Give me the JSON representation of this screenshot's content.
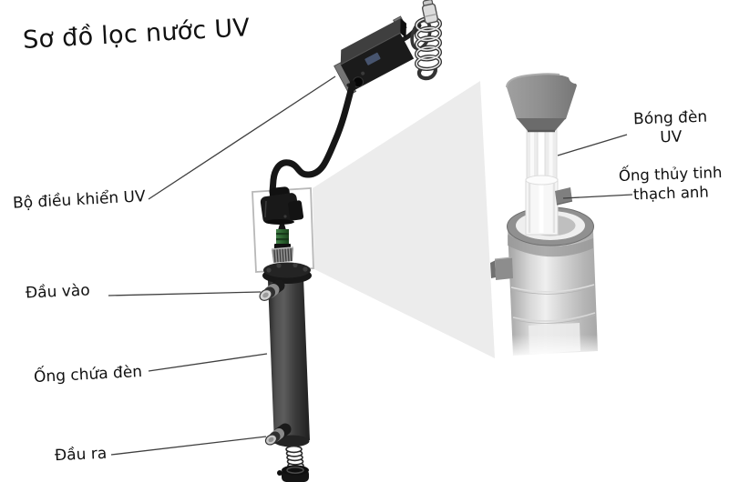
{
  "title": "Sơ đồ lọc nước UV",
  "labels": {
    "controller": "Bộ điều khiển UV",
    "inlet": "Đầu vào",
    "lamp_chamber": "Ống chứa đèn",
    "outlet": "Đầu ra",
    "uv_bulb": {
      "line1": "Bóng đèn",
      "line2": "UV"
    },
    "quartz_tube": {
      "line1": "Ống thủy tinh",
      "line2": "thạch anh"
    }
  },
  "colors": {
    "background": "#ffffff",
    "text": "#111111",
    "leader_line": "#3f3f3f",
    "magnifier_cone": "#ececec",
    "chamber_dark_gray": "#3f3f3f",
    "controller_black": "#1b1b1b",
    "lamp_green": "#2e6b34",
    "detail_light_gray": "#c9c9c9"
  }
}
